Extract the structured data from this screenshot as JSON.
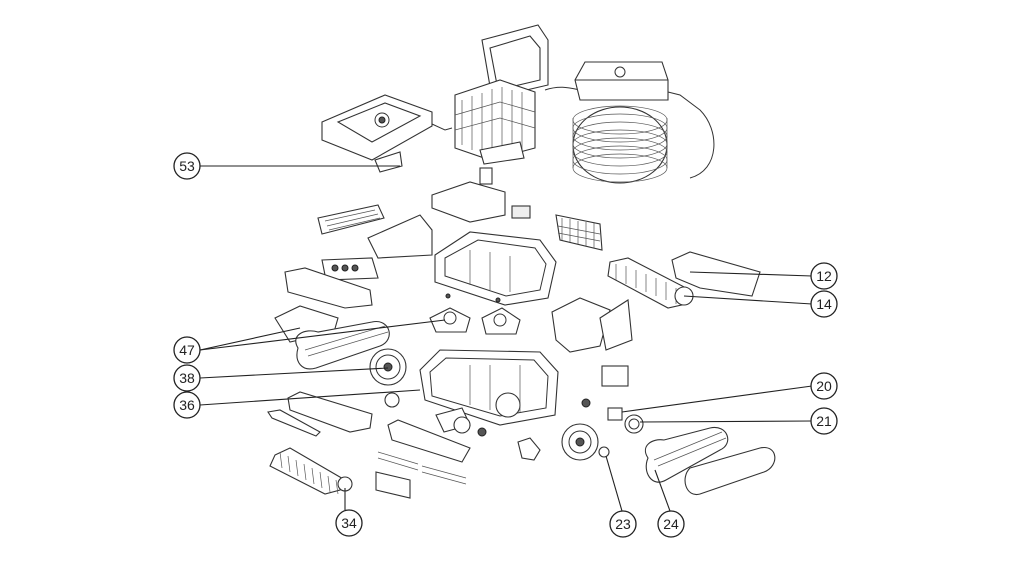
{
  "callouts": [
    {
      "id": "53",
      "text": "53"
    },
    {
      "id": "47",
      "text": "47"
    },
    {
      "id": "38",
      "text": "38"
    },
    {
      "id": "36",
      "text": "36"
    },
    {
      "id": "34",
      "text": "34"
    },
    {
      "id": "12",
      "text": "12"
    },
    {
      "id": "14",
      "text": "14"
    },
    {
      "id": "20",
      "text": "20"
    },
    {
      "id": "21",
      "text": "21"
    },
    {
      "id": "23",
      "text": "23"
    },
    {
      "id": "24",
      "text": "24"
    }
  ]
}
